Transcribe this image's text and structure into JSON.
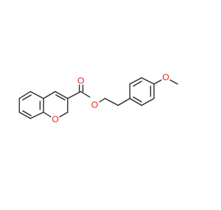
{
  "molecule": {
    "atom_labels": {
      "carbonyl_oxygen": "O",
      "ester_oxygen": "O",
      "ring_oxygen": "O",
      "methoxy_oxygen": "O"
    },
    "colors": {
      "bond": "#3a3a3a",
      "oxygen": "#e8261e",
      "background": "#ffffff"
    }
  }
}
